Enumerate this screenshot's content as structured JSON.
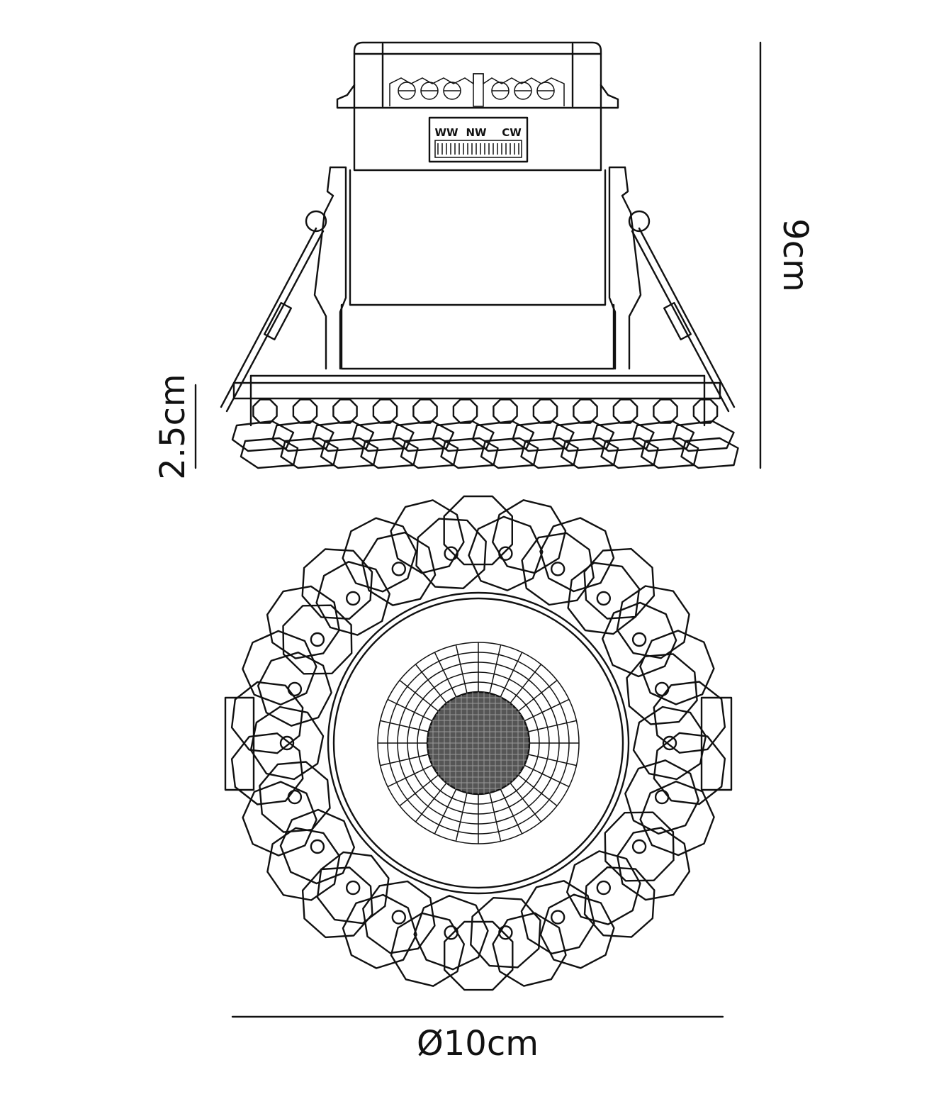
{
  "diagram": {
    "switch_labels": [
      "WW",
      "NW",
      "CW"
    ],
    "dimensions": {
      "height_total": "9cm",
      "height_trim": "2.5cm",
      "diameter": "Ø10cm"
    }
  }
}
